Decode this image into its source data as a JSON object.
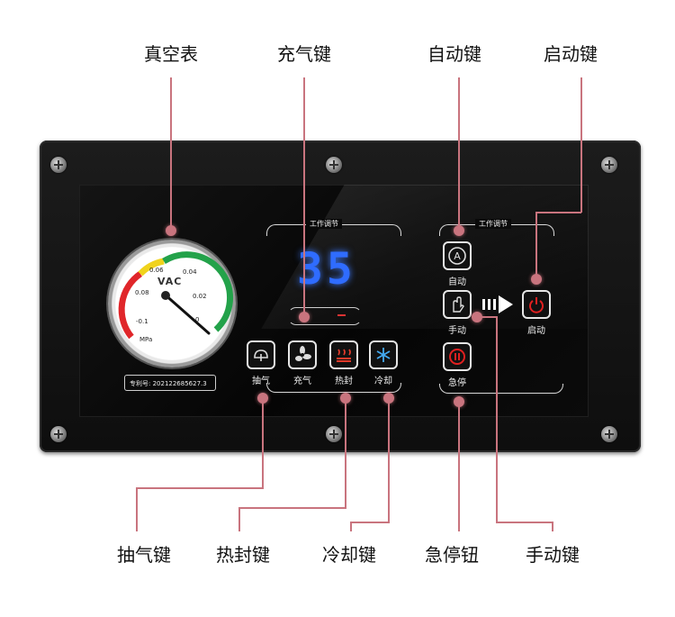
{
  "callouts": {
    "vacuum_gauge": "真空表",
    "inflate_key": "充气键",
    "auto_key": "自动键",
    "start_key": "启动键",
    "extract_key": "抽气键",
    "heat_seal_key": "热封键",
    "cool_key": "冷却键",
    "emergency_stop": "急停钮",
    "manual_key": "手动键"
  },
  "gauge": {
    "brand": "VAC",
    "unit": "MPa",
    "ticks": [
      "0.06",
      "0.04",
      "0.08",
      "0.02",
      "-0.1",
      "0"
    ],
    "patent": "专利号: 202122685627.3",
    "needle_value_mpa": -0.02
  },
  "left_panel": {
    "title": "工作调节",
    "display_value": "35",
    "buttons": [
      {
        "label": "抽气",
        "icon": "pump-icon"
      },
      {
        "label": "充气",
        "icon": "fan-icon"
      },
      {
        "label": "热封",
        "icon": "heat-icon"
      },
      {
        "label": "冷却",
        "icon": "snowflake-icon"
      }
    ]
  },
  "right_panel": {
    "title": "工作调节",
    "auto_label": "自动",
    "manual_label": "手动",
    "start_label": "启动",
    "stop_label": "急停"
  },
  "colors": {
    "leader": "#c9747e",
    "display_blue": "#2f6cff",
    "power_red": "#e02020"
  }
}
